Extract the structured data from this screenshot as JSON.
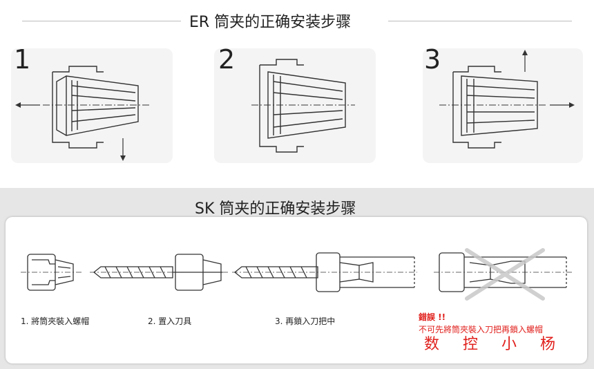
{
  "er_section": {
    "title": "ER 筒夹的正确安装步骤",
    "steps": [
      {
        "number": "1"
      },
      {
        "number": "2"
      },
      {
        "number": "3"
      }
    ]
  },
  "sk_section": {
    "title": "SK 筒夹的正确安装步骤",
    "captions": [
      "1. 將筒夾裝入螺帽",
      "2. 置入刀具",
      "3. 再鎖入刀把中"
    ],
    "error_title": "錯誤 !!",
    "error_text": "不可先將筒夾裝入刀把再鎖入螺帽"
  },
  "watermark": "数控小杨",
  "colors": {
    "error": "#e0201c",
    "line": "#333333"
  }
}
